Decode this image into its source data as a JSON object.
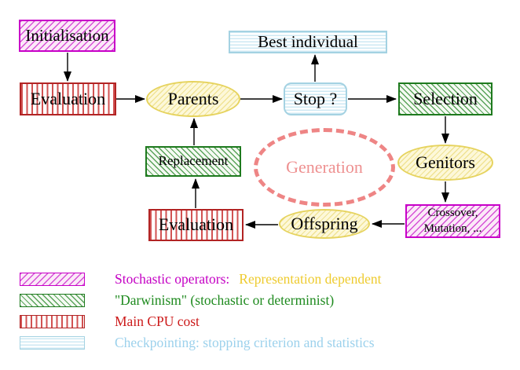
{
  "diagram": {
    "nodes": {
      "initialisation": {
        "label": "Initialisation"
      },
      "evaluation_top": {
        "label": "Evaluation"
      },
      "parents": {
        "label": "Parents"
      },
      "best_individual": {
        "label": "Best individual"
      },
      "stop": {
        "label": "Stop ?"
      },
      "selection": {
        "label": "Selection"
      },
      "genitors": {
        "label": "Genitors"
      },
      "crossover_mutation": {
        "line1": "Crossover,",
        "line2": "Mutation, ..."
      },
      "offspring": {
        "label": "Offspring"
      },
      "evaluation_bottom": {
        "label": "Evaluation"
      },
      "replacement": {
        "label": "Replacement"
      },
      "generation": {
        "label": "Generation"
      }
    }
  },
  "legend": {
    "rows": [
      {
        "swatch": "magenta-diagonal-hatch",
        "label": "Stochastic operators:",
        "label2": "Representation dependent"
      },
      {
        "swatch": "green-diagonal-hatch",
        "label": "\"Darwinism\" (stochastic or determinist)"
      },
      {
        "swatch": "red-vertical-stripes",
        "label": "Main CPU cost"
      },
      {
        "swatch": "cyan-horizontal-stripes",
        "label": "Checkpointing: stopping criterion and statistics"
      }
    ]
  },
  "colors": {
    "magenta": "#c800c8",
    "green": "#1e7a1e",
    "red": "#b22424",
    "cyan_border": "#a4d2e2",
    "yellow_border": "#e6d35e",
    "gold_text": "#eecb2f",
    "green_text": "#1e8a1e",
    "red_text": "#cc1a1a",
    "cyan_text": "#9cd1ec",
    "salmon": "#ee8585",
    "arrow": "#000000"
  }
}
